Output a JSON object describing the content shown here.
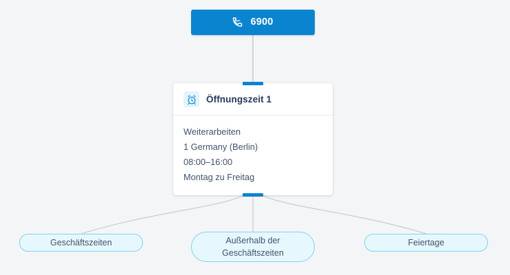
{
  "theme": {
    "background": "#f4f5f7",
    "accent_blue": "#0b84d0",
    "pill_fill": "#e6f8fd",
    "pill_border": "#7fd3ef",
    "text_dark": "#253858",
    "text_body": "#42526e",
    "connector": "#c1c7d0"
  },
  "root_node": {
    "icon": "phone-icon",
    "label": "6900"
  },
  "card": {
    "icon": "alarm-clock-icon",
    "title": "Öffnungszeit 1",
    "lines": [
      "Weiterarbeiten",
      "1 Germany (Berlin)",
      "08:00–16:00",
      "Montag zu Freitag"
    ]
  },
  "branches": [
    {
      "id": "business",
      "label": "Geschäftszeiten"
    },
    {
      "id": "after",
      "label_line1": "Außerhalb der",
      "label_line2": "Geschäftszeiten"
    },
    {
      "id": "holiday",
      "label": "Feiertage"
    }
  ]
}
